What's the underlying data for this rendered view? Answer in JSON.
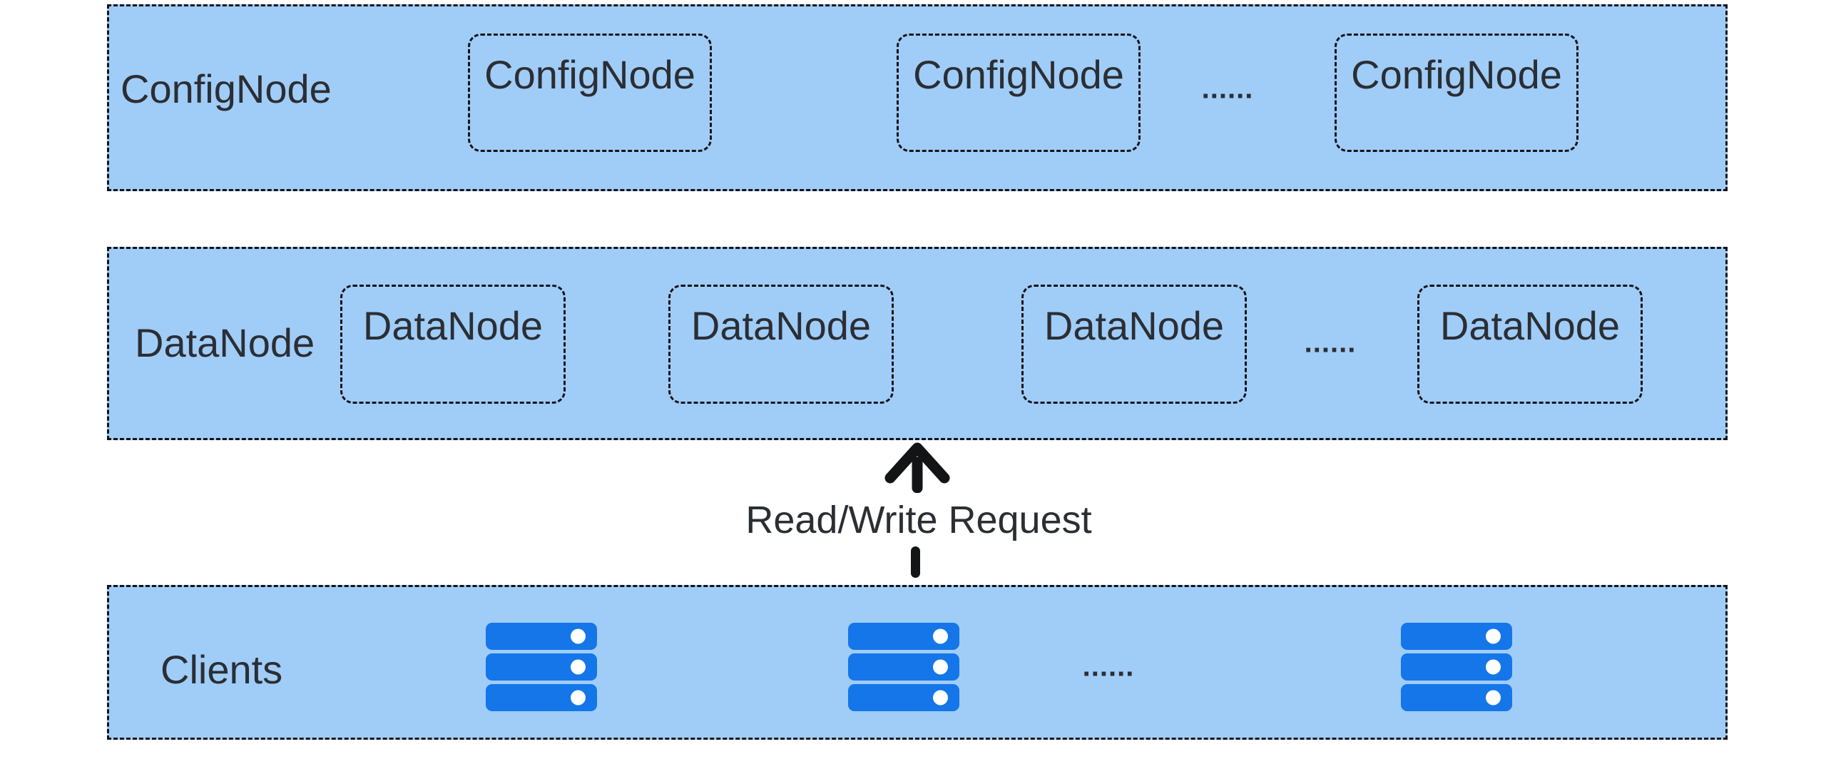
{
  "rows": {
    "config": {
      "label": "ConfigNode",
      "boxes": [
        "ConfigNode",
        "ConfigNode",
        "ConfigNode"
      ],
      "ellipsis": "......"
    },
    "data": {
      "label": "DataNode",
      "boxes": [
        "DataNode",
        "DataNode",
        "DataNode",
        "DataNode"
      ],
      "ellipsis": "......"
    },
    "clients": {
      "label": "Clients",
      "server_icon_count": 3,
      "ellipsis": "......"
    }
  },
  "arrow": {
    "label": "Read/Write Request"
  },
  "colors": {
    "row_fill": "#A0CCF8",
    "node_blue": "#1476E8",
    "text": "#2B2E33",
    "border": "#121416",
    "background": "#FFFFFF",
    "dot": "#FFFFFF"
  }
}
